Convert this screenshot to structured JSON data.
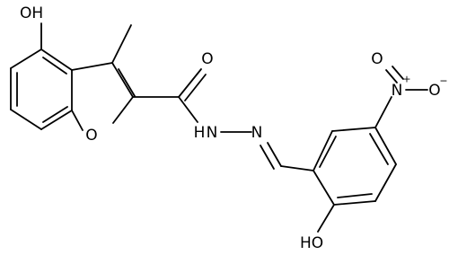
{
  "molecule": {
    "atoms": {
      "hydroxy_top": "OH",
      "methyl_gap": "",
      "furan_oxygen": "O",
      "carbonyl_oxygen": "O",
      "amide_n": "N",
      "amide_h": "H",
      "imine_n": "N",
      "nitro_n": "N",
      "nitro_plus": "+",
      "nitro_o_top": "O",
      "nitro_o_minus": "O",
      "nitro_minus": "−",
      "hydroxy_bottom": "HO"
    }
  }
}
